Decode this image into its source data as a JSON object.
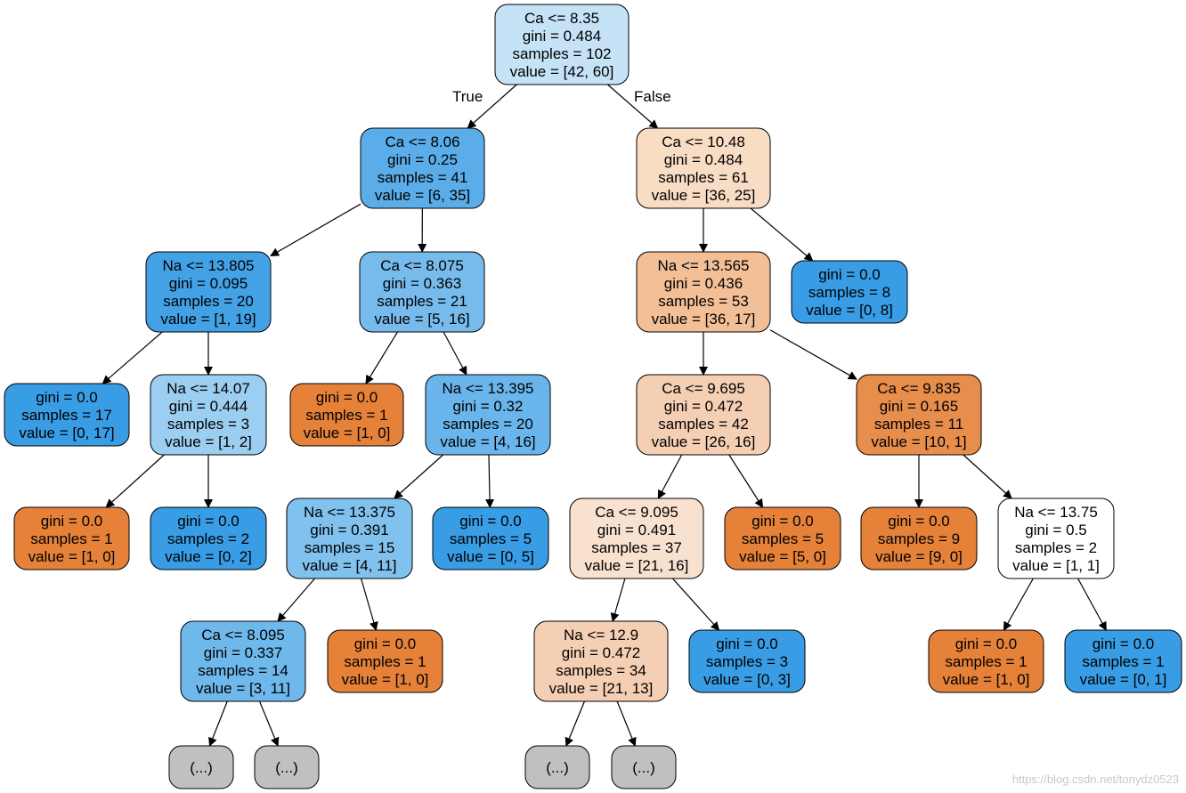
{
  "diagram": {
    "edge_labels": {
      "true_label": "True",
      "false_label": "False"
    },
    "nodes": [
      {
        "id": "n0",
        "lines": [
          "Ca <= 8.35",
          "gini = 0.484",
          "samples = 102",
          "value = [42, 60]"
        ],
        "fill": "#c5e2f7"
      },
      {
        "id": "n1",
        "lines": [
          "Ca <= 8.06",
          "gini = 0.25",
          "samples = 41",
          "value = [6, 35]"
        ],
        "fill": "#5aade9"
      },
      {
        "id": "n2",
        "lines": [
          "Ca <= 10.48",
          "gini = 0.484",
          "samples = 61",
          "value = [36, 25]"
        ],
        "fill": "#f8dcc4"
      },
      {
        "id": "n3",
        "lines": [
          "Na <= 13.805",
          "gini = 0.095",
          "samples = 20",
          "value = [1, 19]"
        ],
        "fill": "#43a2e6"
      },
      {
        "id": "n4",
        "lines": [
          "Ca <= 8.075",
          "gini = 0.363",
          "samples = 21",
          "value = [5, 16]"
        ],
        "fill": "#77bbed"
      },
      {
        "id": "n5",
        "lines": [
          "Na <= 13.565",
          "gini = 0.436",
          "samples = 53",
          "value = [36, 17]"
        ],
        "fill": "#f3bf97"
      },
      {
        "id": "n6",
        "lines": [
          "gini = 0.0",
          "samples = 8",
          "value = [0, 8]"
        ],
        "fill": "#399de5"
      },
      {
        "id": "n7",
        "lines": [
          "gini = 0.0",
          "samples = 17",
          "value = [0, 17]"
        ],
        "fill": "#399de5"
      },
      {
        "id": "n8",
        "lines": [
          "Na <= 14.07",
          "gini = 0.444",
          "samples = 3",
          "value = [1, 2]"
        ],
        "fill": "#9ccef2"
      },
      {
        "id": "n9",
        "lines": [
          "gini = 0.0",
          "samples = 1",
          "value = [1, 0]"
        ],
        "fill": "#e58139"
      },
      {
        "id": "n10",
        "lines": [
          "Na <= 13.395",
          "gini = 0.32",
          "samples = 20",
          "value = [4, 16]"
        ],
        "fill": "#6ab6ec"
      },
      {
        "id": "n11",
        "lines": [
          "Ca <= 9.695",
          "gini = 0.472",
          "samples = 42",
          "value = [26, 16]"
        ],
        "fill": "#f5cfb3"
      },
      {
        "id": "n12",
        "lines": [
          "Ca <= 9.835",
          "gini = 0.165",
          "samples = 11",
          "value = [10, 1]"
        ],
        "fill": "#e88e4d"
      },
      {
        "id": "n13",
        "lines": [
          "gini = 0.0",
          "samples = 1",
          "value = [1, 0]"
        ],
        "fill": "#e58139"
      },
      {
        "id": "n14",
        "lines": [
          "gini = 0.0",
          "samples = 2",
          "value = [0, 2]"
        ],
        "fill": "#399de5"
      },
      {
        "id": "n15",
        "lines": [
          "Na <= 13.375",
          "gini = 0.391",
          "samples = 15",
          "value = [4, 11]"
        ],
        "fill": "#81c1ee"
      },
      {
        "id": "n16",
        "lines": [
          "gini = 0.0",
          "samples = 5",
          "value = [0, 5]"
        ],
        "fill": "#399de5"
      },
      {
        "id": "n17",
        "lines": [
          "Ca <= 9.095",
          "gini = 0.491",
          "samples = 37",
          "value = [21, 16]"
        ],
        "fill": "#f9e1d0"
      },
      {
        "id": "n18",
        "lines": [
          "gini = 0.0",
          "samples = 5",
          "value = [5, 0]"
        ],
        "fill": "#e58139"
      },
      {
        "id": "n19",
        "lines": [
          "gini = 0.0",
          "samples = 9",
          "value = [9, 0]"
        ],
        "fill": "#e58139"
      },
      {
        "id": "n20",
        "lines": [
          "Na <= 13.75",
          "gini = 0.5",
          "samples = 2",
          "value = [1, 1]"
        ],
        "fill": "#ffffff"
      },
      {
        "id": "n21",
        "lines": [
          "Ca <= 8.095",
          "gini = 0.337",
          "samples = 14",
          "value = [3, 11]"
        ],
        "fill": "#6fb8ec"
      },
      {
        "id": "n22",
        "lines": [
          "gini = 0.0",
          "samples = 1",
          "value = [1, 0]"
        ],
        "fill": "#e58139"
      },
      {
        "id": "n23",
        "lines": [
          "Na <= 12.9",
          "gini = 0.472",
          "samples = 34",
          "value = [21, 13]"
        ],
        "fill": "#f5cfb4"
      },
      {
        "id": "n24",
        "lines": [
          "gini = 0.0",
          "samples = 3",
          "value = [0, 3]"
        ],
        "fill": "#399de5"
      },
      {
        "id": "n25",
        "lines": [
          "gini = 0.0",
          "samples = 1",
          "value = [1, 0]"
        ],
        "fill": "#e58139"
      },
      {
        "id": "n26",
        "lines": [
          "gini = 0.0",
          "samples = 1",
          "value = [0, 1]"
        ],
        "fill": "#399de5"
      },
      {
        "id": "n27",
        "lines": [
          "(...)"
        ],
        "fill": "#c0c0c0"
      },
      {
        "id": "n28",
        "lines": [
          "(...)"
        ],
        "fill": "#c0c0c0"
      },
      {
        "id": "n29",
        "lines": [
          "(...)"
        ],
        "fill": "#c0c0c0"
      },
      {
        "id": "n30",
        "lines": [
          "(...)"
        ],
        "fill": "#c0c0c0"
      }
    ],
    "edges": [
      [
        "n0",
        "n1"
      ],
      [
        "n0",
        "n2"
      ],
      [
        "n1",
        "n3"
      ],
      [
        "n1",
        "n4"
      ],
      [
        "n2",
        "n5"
      ],
      [
        "n2",
        "n6"
      ],
      [
        "n3",
        "n7"
      ],
      [
        "n3",
        "n8"
      ],
      [
        "n4",
        "n9"
      ],
      [
        "n4",
        "n10"
      ],
      [
        "n5",
        "n11"
      ],
      [
        "n5",
        "n12"
      ],
      [
        "n8",
        "n13"
      ],
      [
        "n8",
        "n14"
      ],
      [
        "n10",
        "n15"
      ],
      [
        "n10",
        "n16"
      ],
      [
        "n11",
        "n17"
      ],
      [
        "n11",
        "n18"
      ],
      [
        "n12",
        "n19"
      ],
      [
        "n12",
        "n20"
      ],
      [
        "n15",
        "n21"
      ],
      [
        "n15",
        "n22"
      ],
      [
        "n17",
        "n23"
      ],
      [
        "n17",
        "n24"
      ],
      [
        "n20",
        "n25"
      ],
      [
        "n20",
        "n26"
      ],
      [
        "n21",
        "n27"
      ],
      [
        "n21",
        "n28"
      ],
      [
        "n23",
        "n29"
      ],
      [
        "n23",
        "n30"
      ]
    ]
  },
  "watermark": "https://blog.csdn.net/tonydz0523"
}
